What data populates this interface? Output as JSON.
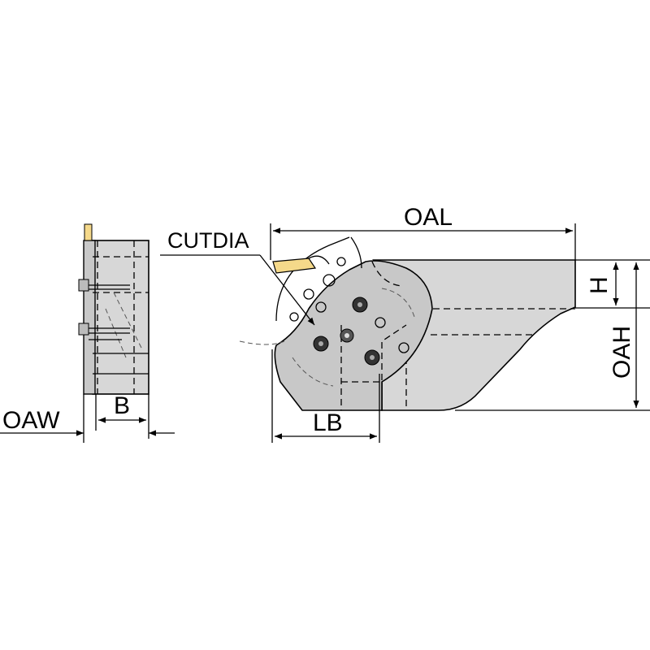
{
  "labels": {
    "oal": "OAL",
    "cutdia": "CUTDIA",
    "h": "H",
    "oah": "OAH",
    "lb": "LB",
    "b": "B",
    "oaw": "OAW"
  },
  "colors": {
    "body_fill": "#d7d7d7",
    "head_fill": "#c8c8c8",
    "insert_fill": "#f5d98a",
    "line": "#000000"
  }
}
